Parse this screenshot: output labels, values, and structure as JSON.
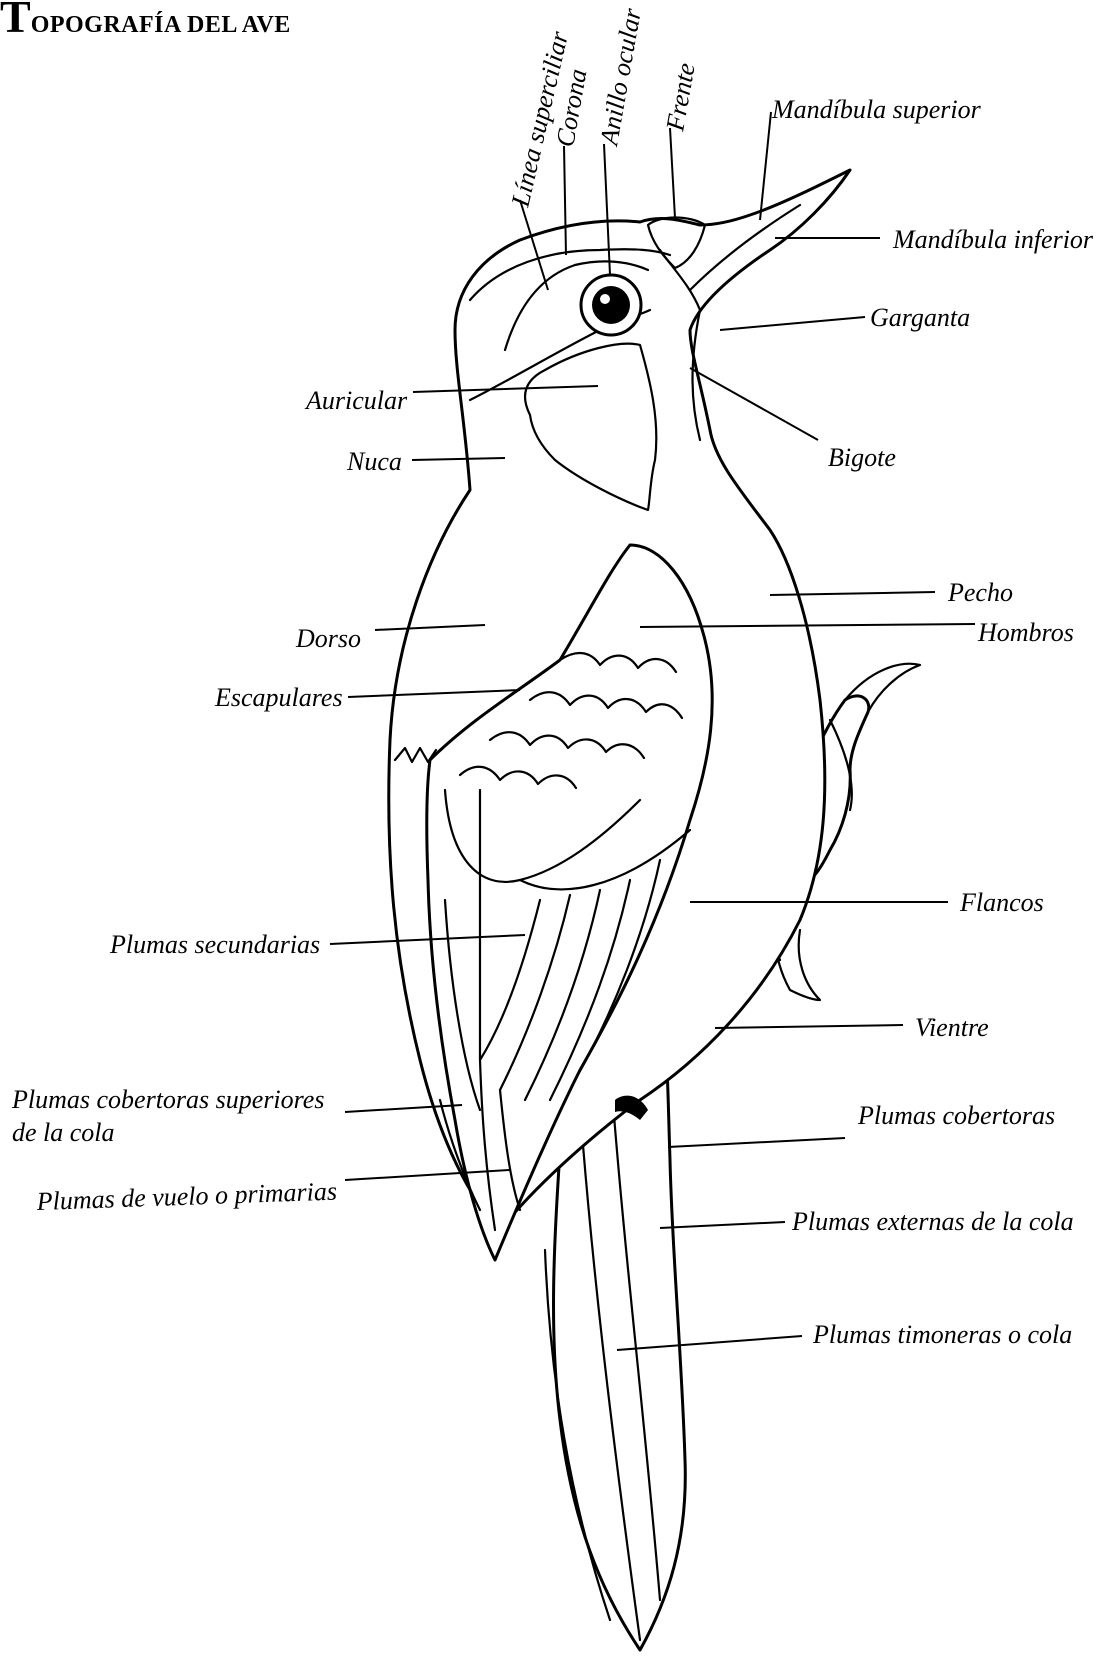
{
  "title": {
    "initial": "T",
    "rest": "OPOGRAFÍA DEL AVE"
  },
  "labels": {
    "linea_superciliar": "Línea superciliar",
    "corona": "Corona",
    "anillo_ocular": "Anillo ocular",
    "frente": "Frente",
    "mandibula_superior": "Mandíbula superior",
    "mandibula_inferior": "Mandíbula inferior",
    "garganta": "Garganta",
    "auricular": "Auricular",
    "bigote": "Bigote",
    "nuca": "Nuca",
    "pecho": "Pecho",
    "dorso": "Dorso",
    "hombros": "Hombros",
    "escapulares": "Escapulares",
    "flancos": "Flancos",
    "plumas_secundarias": "Plumas secundarias",
    "vientre": "Vientre",
    "cobertoras_superiores_1": "Plumas cobertoras superiores",
    "cobertoras_superiores_2": "de la cola",
    "plumas_cobertoras": "Plumas cobertoras",
    "plumas_vuelo": "Plumas de vuelo o primarias",
    "plumas_externas": "Plumas externas de la cola",
    "plumas_timoneras": "Plumas timoneras o cola"
  }
}
